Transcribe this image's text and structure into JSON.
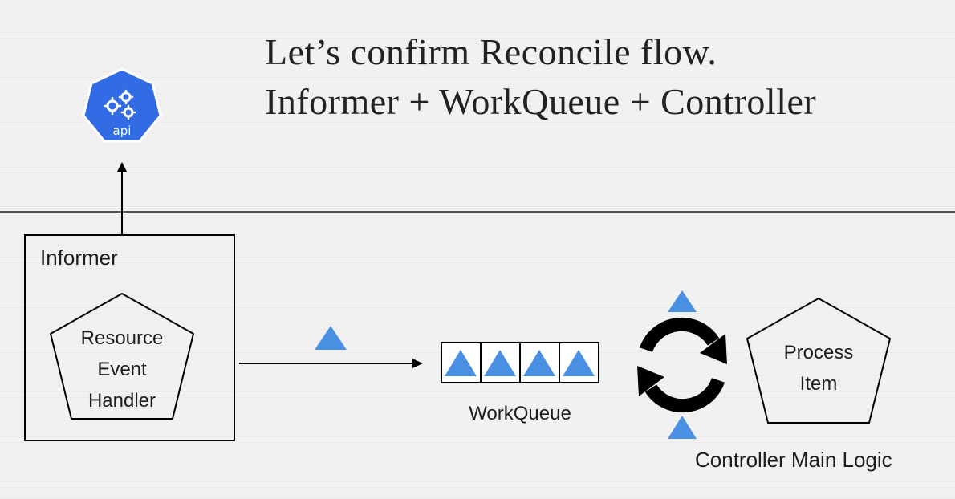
{
  "title": {
    "line1": "Let’s confirm Reconcile flow.",
    "line2": "Informer + WorkQueue + Controller"
  },
  "api_icon": {
    "name": "kubernetes-api-icon",
    "label": "api",
    "color": "#326ce5"
  },
  "informer": {
    "label": "Informer",
    "handler": {
      "line1": "Resource",
      "line2": "Event",
      "line3": "Handler"
    }
  },
  "workqueue": {
    "label": "WorkQueue",
    "item_count": 4
  },
  "controller": {
    "label": "Controller Main Logic",
    "process_item": {
      "line1": "Process",
      "line2": "Item"
    },
    "loop_icon": "refresh-cycle-icon"
  },
  "colors": {
    "item_triangle": "#4a90e2",
    "line": "#000000",
    "divider": "#555555",
    "background": "#f1f1f1"
  }
}
